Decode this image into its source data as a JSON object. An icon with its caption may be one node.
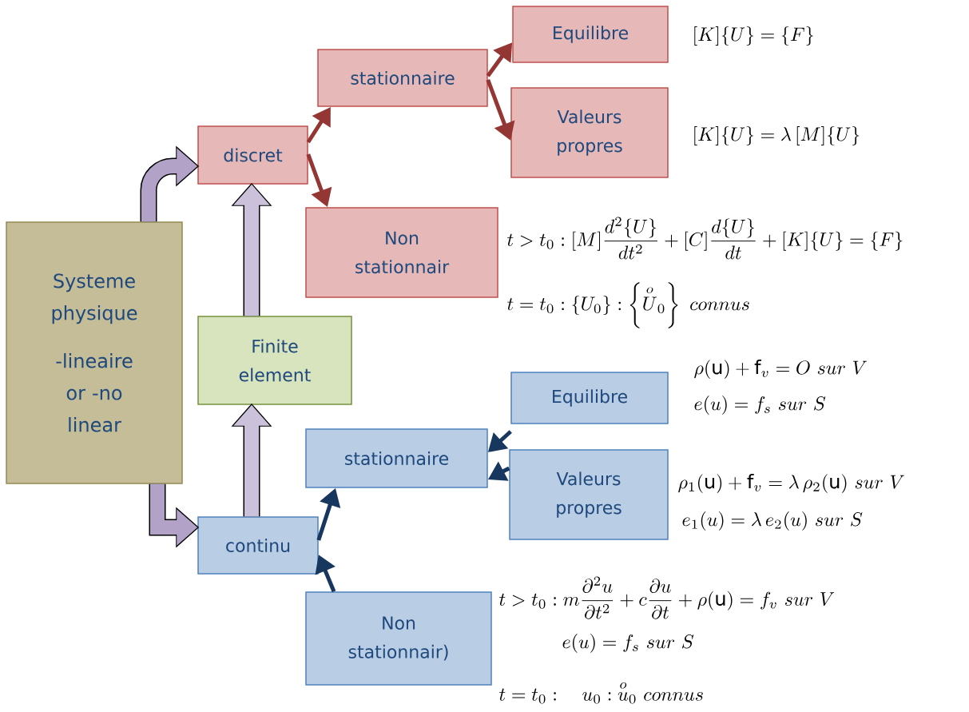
{
  "diagram": {
    "nodes": [
      {
        "text": [
          "Systeme physique",
          "-lineaire or -no linear"
        ]
      },
      {
        "text": [
          "discret"
        ]
      },
      {
        "text": [
          "stationnaire"
        ]
      },
      {
        "text": [
          "Equilibre"
        ]
      },
      {
        "text": [
          "Valeurs propres"
        ]
      },
      {
        "text": [
          "Non stationnair"
        ]
      },
      {
        "text": [
          "Finite element"
        ]
      },
      {
        "text": [
          "continu"
        ]
      },
      {
        "text": [
          "stationnaire"
        ]
      },
      {
        "text": [
          "Equilibre"
        ]
      },
      {
        "text": [
          "Valeurs propres"
        ]
      },
      {
        "text": [
          "Non stationnair)"
        ]
      }
    ],
    "edges": [
      {
        "from": 0,
        "to": 1,
        "arrow": "to",
        "style": "thick",
        "color": "#b3a2c7"
      },
      {
        "from": 0,
        "to": 7,
        "arrow": "to",
        "style": "thick",
        "color": "#b3a2c7"
      },
      {
        "from": 7,
        "to": 6,
        "arrow": "to",
        "style": "thick",
        "color": "#ccc1da"
      },
      {
        "from": 6,
        "to": 1,
        "arrow": "to",
        "style": "thick",
        "color": "#ccc1da"
      },
      {
        "from": 1,
        "to": 2,
        "arrow": "to",
        "color": "#943634"
      },
      {
        "from": 1,
        "to": 5,
        "arrow": "to",
        "color": "#943634"
      },
      {
        "from": 2,
        "to": 3,
        "arrow": "to",
        "color": "#943634"
      },
      {
        "from": 2,
        "to": 4,
        "arrow": "to",
        "color": "#943634"
      },
      {
        "from": 7,
        "to": 8,
        "arrow": "to",
        "color": "#17375e"
      },
      {
        "from": 11,
        "to": 7,
        "arrow": "to",
        "color": "#17375e"
      },
      {
        "from": 9,
        "to": 8,
        "arrow": "to",
        "color": "#17375e"
      },
      {
        "from": 10,
        "to": 8,
        "arrow": "to",
        "color": "#17375e"
      }
    ],
    "labels": [
      "[K]\\{U\\}=\\{F\\}",
      "[K]\\{U\\}=\\lambda\\,[M]\\{U\\}",
      "t>t_0:[M]\\dfrac{d^2\\{U\\}}{dt^2}+[C]\\dfrac{d\\{U\\}}{dt}+[K]\\{U\\}=\\{F\\}",
      "t=t_0:\\{U_0\\}:\\left\\{\\overset{o}{U}_0\\right\\}\\ connus",
      "\\rho(\\mathrm{u})+\\mathrm{f}_v=O\\ sur\\ V",
      "e(u)=f_s\\ sur\\ S",
      "\\rho_1(\\mathrm{u})+\\mathrm{f}_v=\\lambda\\,\\rho_2(\\mathrm{u})\\ sur\\ V",
      "e_1(u)=\\lambda\\,e_2(u)\\ sur\\ S",
      "t>t_0:m\\dfrac{\\partial^2u}{\\partial t^2}+c\\dfrac{\\partial u}{\\partial t}+\\rho(\\mathrm{u})=f_v\\ sur\\ V",
      "e(u)=f_s\\ sur\\ S",
      "t=t_0:\\quad u_0:\\overset{o}{u}_0\\ connus"
    ]
  }
}
